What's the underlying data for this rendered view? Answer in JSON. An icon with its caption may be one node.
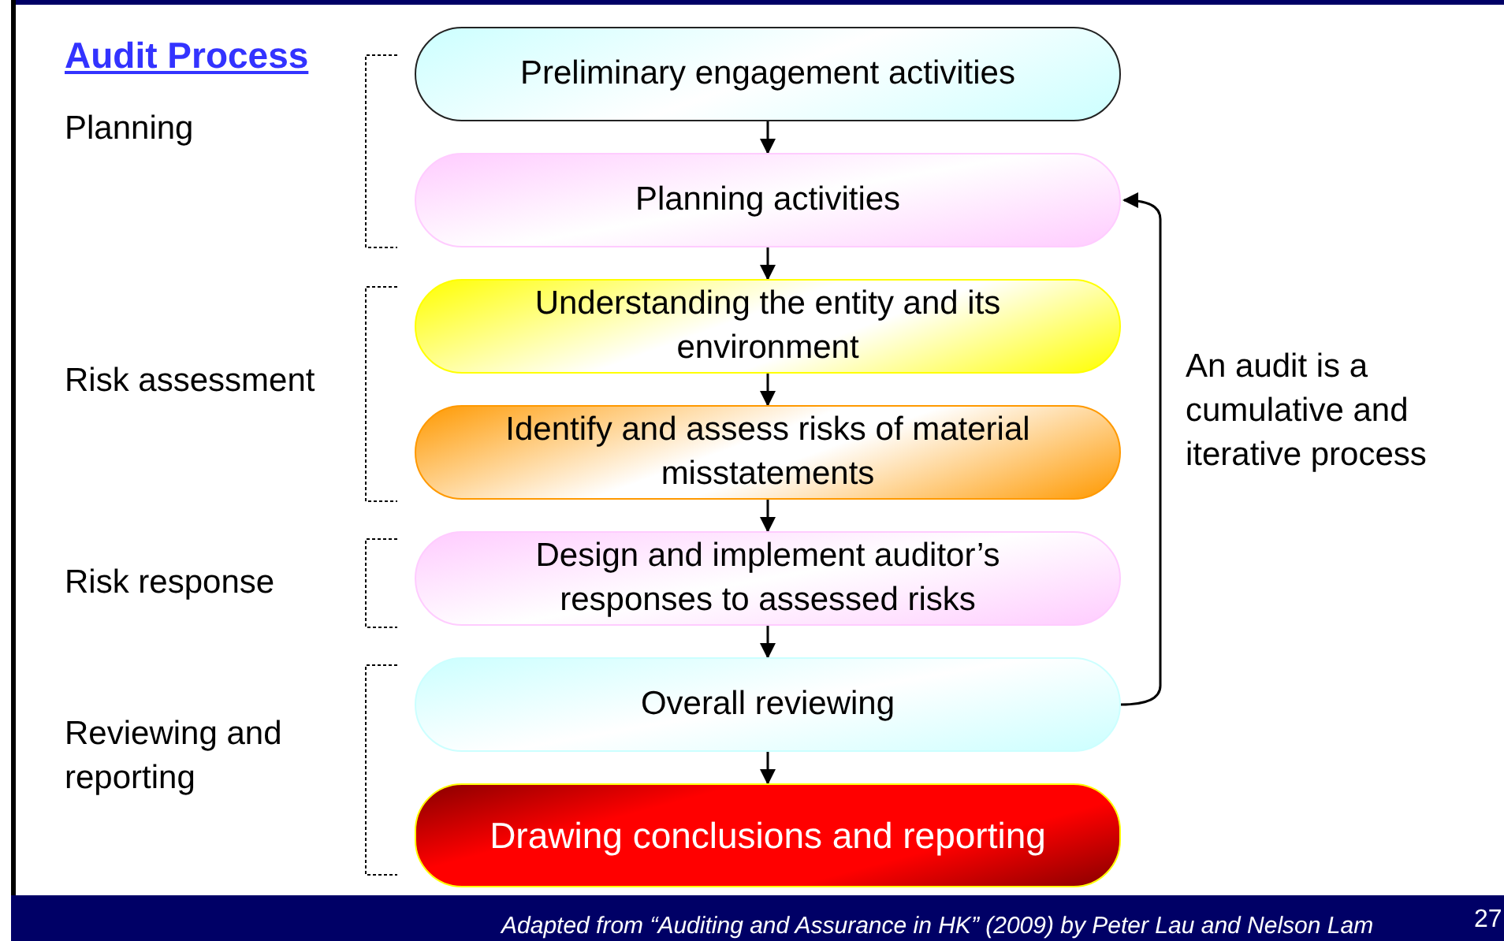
{
  "diagram": {
    "title": "Audit Process",
    "nodes": [
      {
        "text": [
          "Preliminary engagement activities"
        ]
      },
      {
        "text": [
          "Planning activities"
        ]
      },
      {
        "text": [
          "Understanding the entity and its environment"
        ]
      },
      {
        "text": [
          "Identify and assess risks of material misstatements"
        ]
      },
      {
        "text": [
          "Design and implement auditor’s responses to assessed risks"
        ]
      },
      {
        "text": [
          "Overall reviewing"
        ]
      },
      {
        "text": [
          "Drawing conclusions and reporting"
        ]
      }
    ],
    "edges": [
      {
        "from": 0,
        "to": 1,
        "arrow": "to"
      },
      {
        "from": 1,
        "to": 2,
        "arrow": "to"
      },
      {
        "from": 2,
        "to": 3,
        "arrow": "to"
      },
      {
        "from": 3,
        "to": 4,
        "arrow": "to"
      },
      {
        "from": 4,
        "to": 5,
        "arrow": "to"
      },
      {
        "from": 5,
        "to": 6,
        "arrow": "to"
      },
      {
        "from": 5,
        "to": 1,
        "arrow": "to"
      }
    ],
    "labels": [
      "Planning",
      "Risk assessment",
      "Risk response",
      "Reviewing and reporting",
      "An audit is a cumulative and iterative process",
      "Adapted from “Auditing and Assurance in HK” (2009) by Peter Lau and Nelson Lam",
      "27"
    ]
  }
}
